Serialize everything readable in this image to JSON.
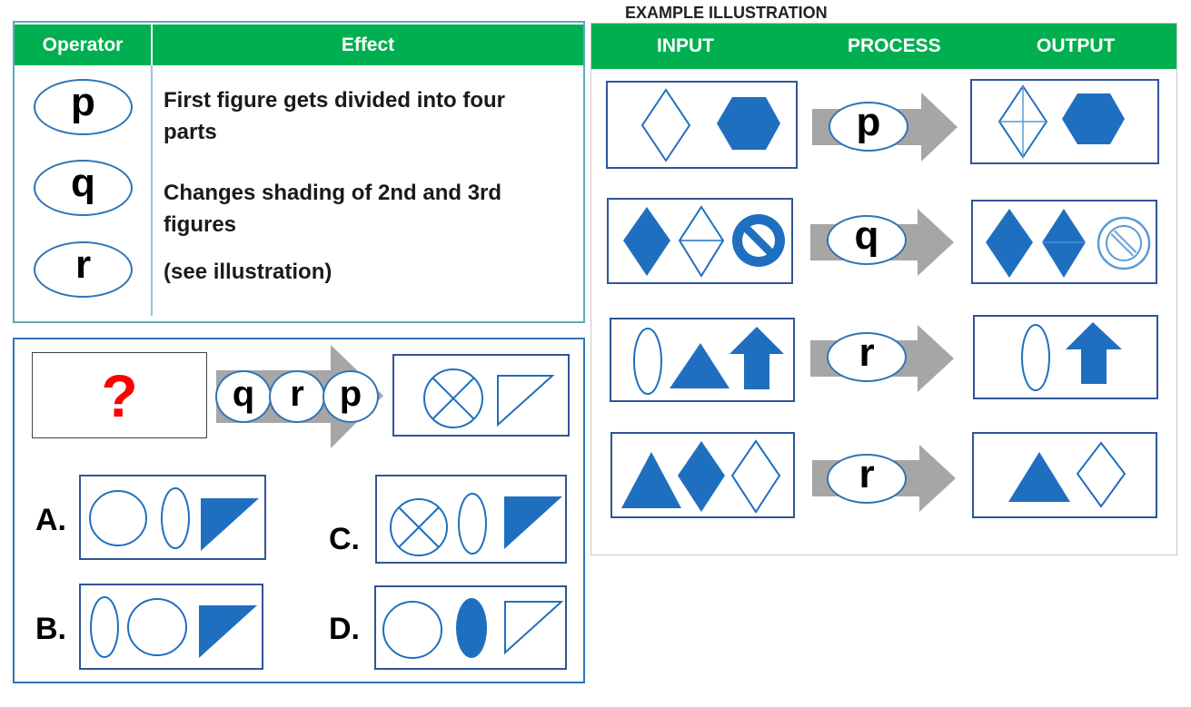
{
  "operator_table": {
    "header_operator": "Operator",
    "header_effect": "Effect",
    "rows": [
      {
        "op": "p",
        "effect": "First figure gets divided into four parts"
      },
      {
        "op": "q",
        "effect": "Changes shading of 2nd and 3rd figures"
      },
      {
        "op": "r",
        "effect": "(see illustration)"
      }
    ]
  },
  "example": {
    "title": "EXAMPLE ILLUSTRATION",
    "col_input": "INPUT",
    "col_process": "PROCESS",
    "col_output": "OUTPUT",
    "rows": [
      {
        "op": "p"
      },
      {
        "op": "q"
      },
      {
        "op": "r"
      },
      {
        "op": "r"
      }
    ]
  },
  "question": {
    "unknown_mark": "?",
    "operators": [
      "q",
      "r",
      "p"
    ],
    "options": [
      {
        "label": "A."
      },
      {
        "label": "B."
      },
      {
        "label": "C."
      },
      {
        "label": "D."
      }
    ]
  },
  "colors": {
    "header_green": "#00b050",
    "shape_fill": "#1f6fc0",
    "shape_stroke": "#1f6fc0",
    "arrow_gray": "#a6a6a6",
    "question_red": "#ff0000"
  }
}
